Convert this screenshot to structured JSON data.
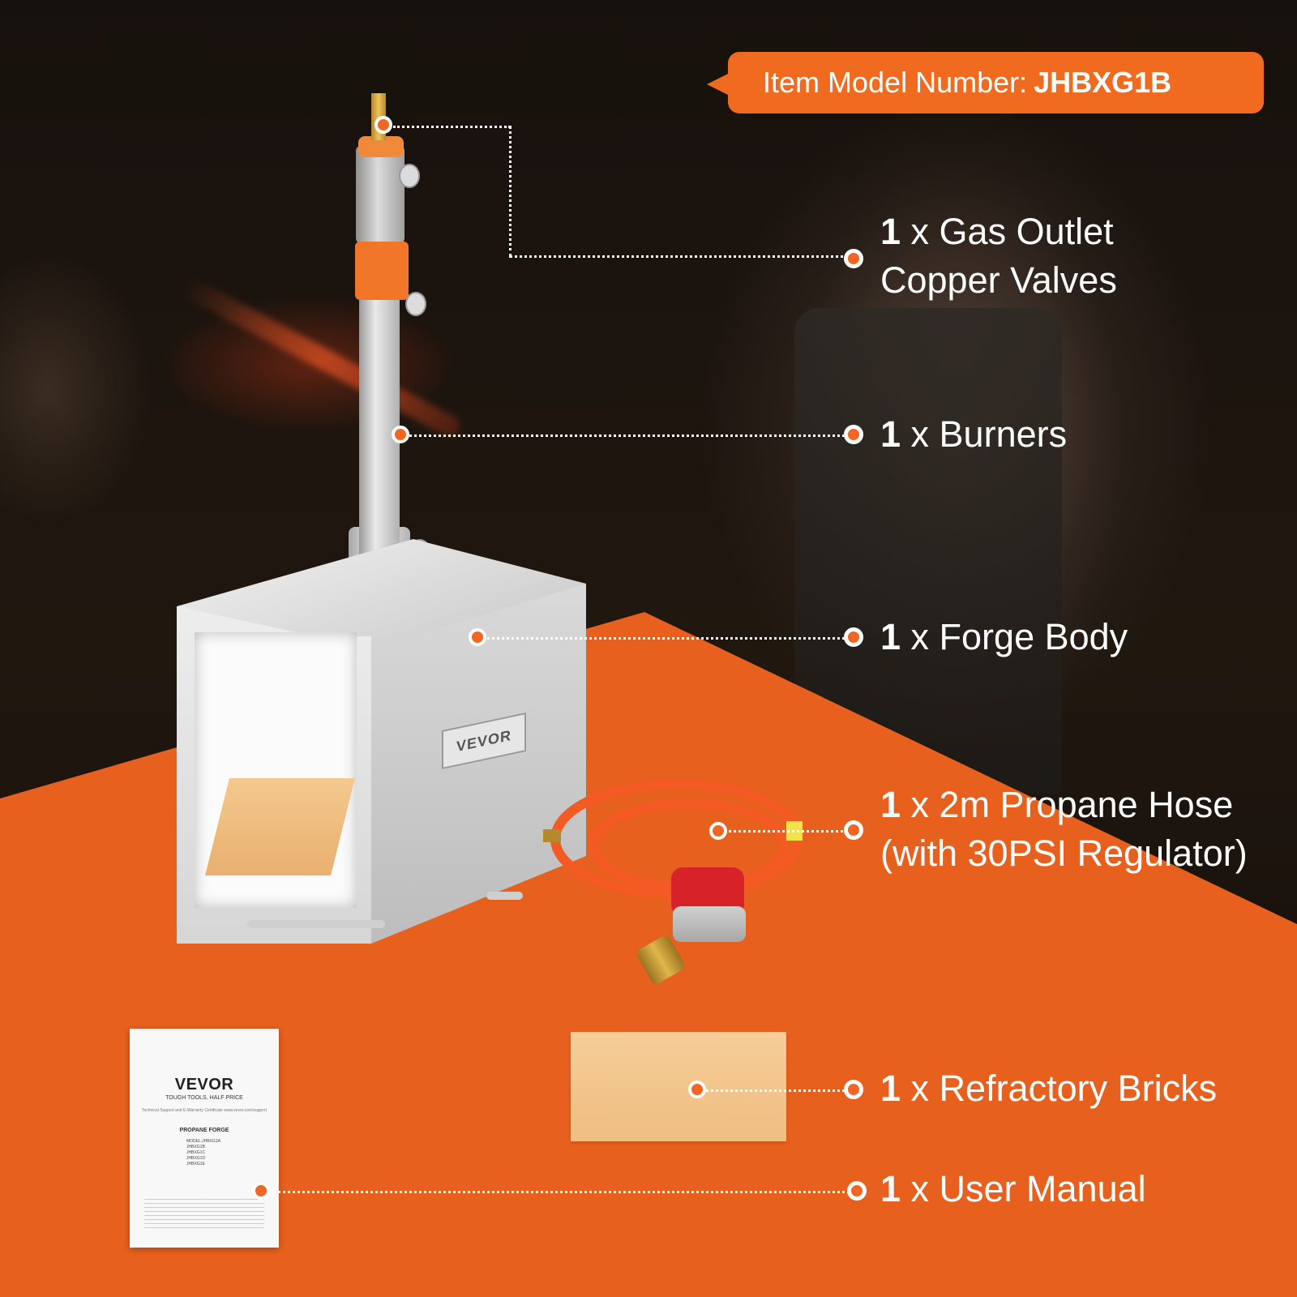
{
  "model_badge": {
    "label": "Item Model Number:",
    "value": "JHBXG1B"
  },
  "items": [
    {
      "qty": "1",
      "text_line1": " x Gas Outlet",
      "text_line2": "Copper Valves"
    },
    {
      "qty": "1",
      "text_line1": " x Burners"
    },
    {
      "qty": "1",
      "text_line1": " x Forge Body"
    },
    {
      "qty": "1",
      "text_line1": " x 2m Propane Hose",
      "text_line2": "(with 30PSI Regulator)"
    },
    {
      "qty": "1",
      "text_line1": " x Refractory Bricks"
    },
    {
      "qty": "1",
      "text_line1": " x User Manual"
    }
  ],
  "product": {
    "plate_brand": "VEVOR"
  },
  "manual": {
    "brand": "VEVOR",
    "tagline": "TOUGH TOOLS, HALF PRICE",
    "subline": "Technical Support and E-Warranty Certificate www.vevor.com/support",
    "title": "PROPANE FORGE",
    "models": [
      "MODEL:JHBXG1A",
      "JHBXG1B",
      "JHBXG1C",
      "JHBXG1D",
      "JHBXG1E"
    ]
  },
  "colors": {
    "accent": "#f26522",
    "orange_bg": "#e8601e",
    "badge": "#f06a1f"
  }
}
